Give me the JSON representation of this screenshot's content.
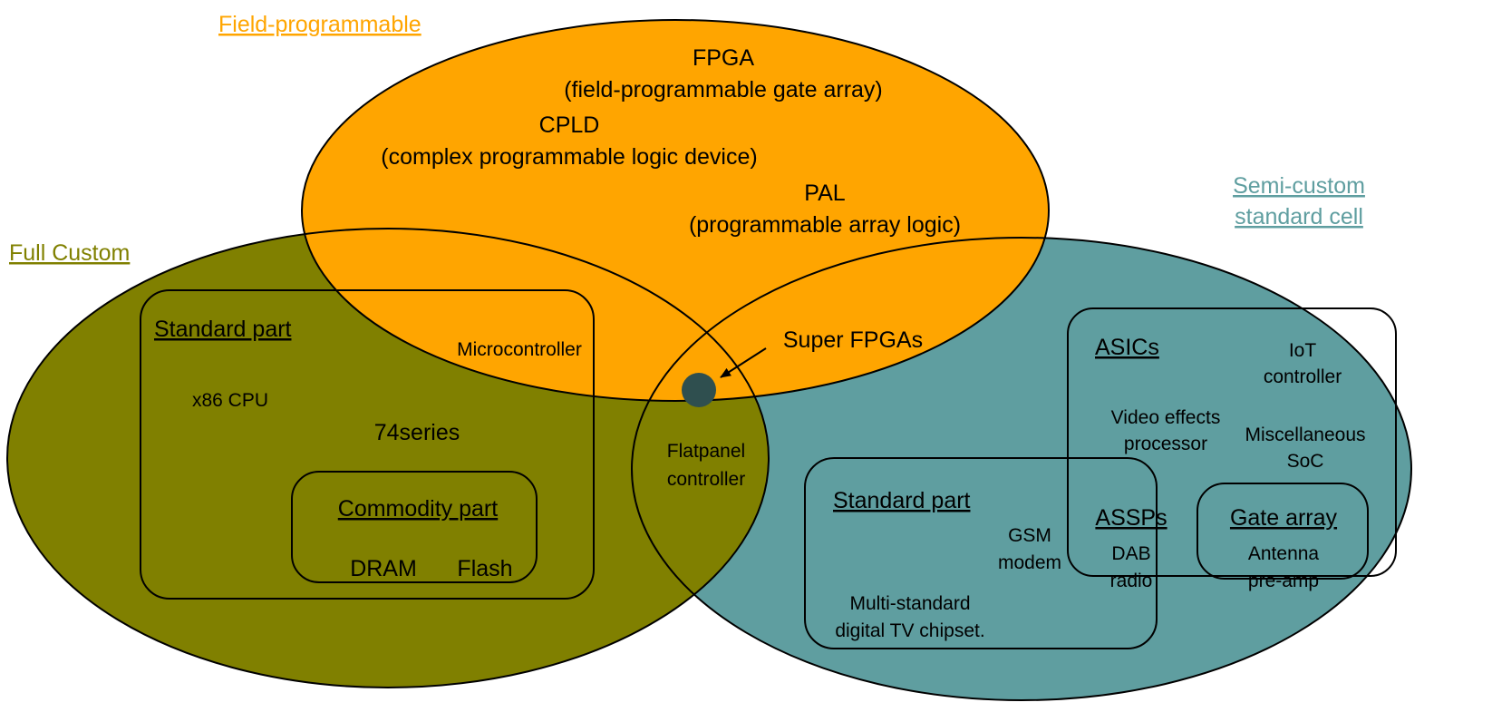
{
  "colors": {
    "field_programmable": "#ffa500",
    "full_custom": "#808000",
    "semi_custom": "#5f9ea0",
    "super_fpga_dot": "#2f4f4f",
    "outline": "#000000"
  },
  "sets": {
    "field_programmable": "Field-programmable",
    "full_custom": "Full Custom",
    "semi_custom_line1": "Semi-custom",
    "semi_custom_line2": "standard cell"
  },
  "field_programmable_items": {
    "fpga": "FPGA",
    "fpga_full": "(field-programmable gate array)",
    "cpld": "CPLD",
    "cpld_full": "(complex programmable logic device)",
    "pal": "PAL",
    "pal_full": "(programmable array logic)"
  },
  "full_custom_items": {
    "standard_part_title": "Standard part",
    "microcontroller": "Microcontroller",
    "x86_cpu": "x86 CPU",
    "series74": "74series",
    "commodity_part_title": "Commodity part",
    "dram": "DRAM",
    "flash": "Flash"
  },
  "overlap_items": {
    "super_fpgas": "Super FPGAs",
    "flatpanel_line1": "Flatpanel",
    "flatpanel_line2": "controller"
  },
  "semi_custom_items": {
    "asics_title": "ASICs",
    "iot_line1": "IoT",
    "iot_line2": "controller",
    "video_line1": "Video effects",
    "video_line2": "processor",
    "misc_line1": "Miscellaneous",
    "misc_line2": "SoC",
    "standard_part_title": "Standard part",
    "gsm_line1": "GSM",
    "gsm_line2": "modem",
    "tv_line1": "Multi-standard",
    "tv_line2": "digital TV chipset.",
    "assps_title": "ASSPs",
    "dab_line1": "DAB",
    "dab_line2": "radio",
    "gate_array_title": "Gate array",
    "antenna_line1": "Antenna",
    "antenna_line2": "pre-amp"
  }
}
